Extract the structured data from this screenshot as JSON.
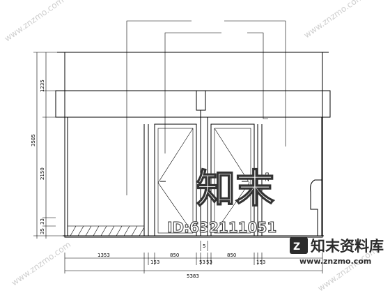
{
  "drawing": {
    "annotations": [
      {
        "id": "note-top-left",
        "text": ""
      },
      {
        "id": "note-left-door",
        "text": ""
      },
      {
        "id": "note-top-right",
        "text": ""
      },
      {
        "id": "note-right-door",
        "text": ""
      }
    ],
    "dimensions": {
      "vertical": {
        "overall": "3585",
        "upper": "1235",
        "middle": "2150",
        "base": "33",
        "base2": "35",
        "right_small": "253"
      },
      "horizontal": {
        "left_wall": "1353",
        "gap1": "153",
        "door1": "850",
        "mid_a": "53",
        "mid_b": "53",
        "door2": "850",
        "gap2": "153",
        "center_mark": "5",
        "total": "5383"
      }
    },
    "watermark": {
      "big_text": "知末",
      "id_text": "ID:632111051",
      "logo_cn": "知末资料库",
      "logo_url": "www.znzmo.com",
      "diag": "www.znzmo.com"
    }
  }
}
